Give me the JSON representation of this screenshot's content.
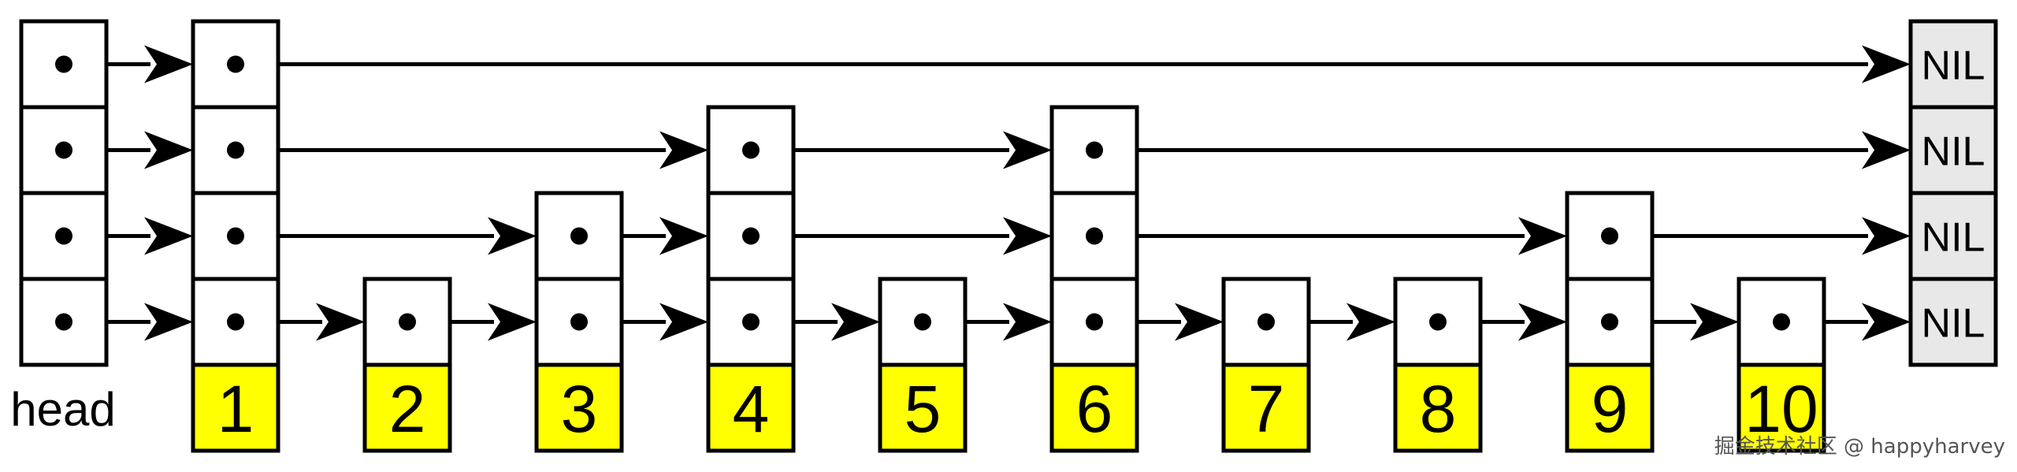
{
  "head_label": "head",
  "levels": 4,
  "nil_label": "NIL",
  "nodes": [
    {
      "key": "1",
      "height": 4
    },
    {
      "key": "2",
      "height": 1
    },
    {
      "key": "3",
      "height": 2
    },
    {
      "key": "4",
      "height": 3
    },
    {
      "key": "5",
      "height": 1
    },
    {
      "key": "6",
      "height": 3
    },
    {
      "key": "7",
      "height": 1
    },
    {
      "key": "8",
      "height": 1
    },
    {
      "key": "9",
      "height": 2
    },
    {
      "key": "10",
      "height": 1
    }
  ],
  "watermark": "掘金技术社区 @ happyharvey",
  "colors": {
    "key_fill": "#ffff00",
    "nil_fill": "#e8e8e8",
    "cell_fill": "#ffffff",
    "stroke": "#000000"
  }
}
